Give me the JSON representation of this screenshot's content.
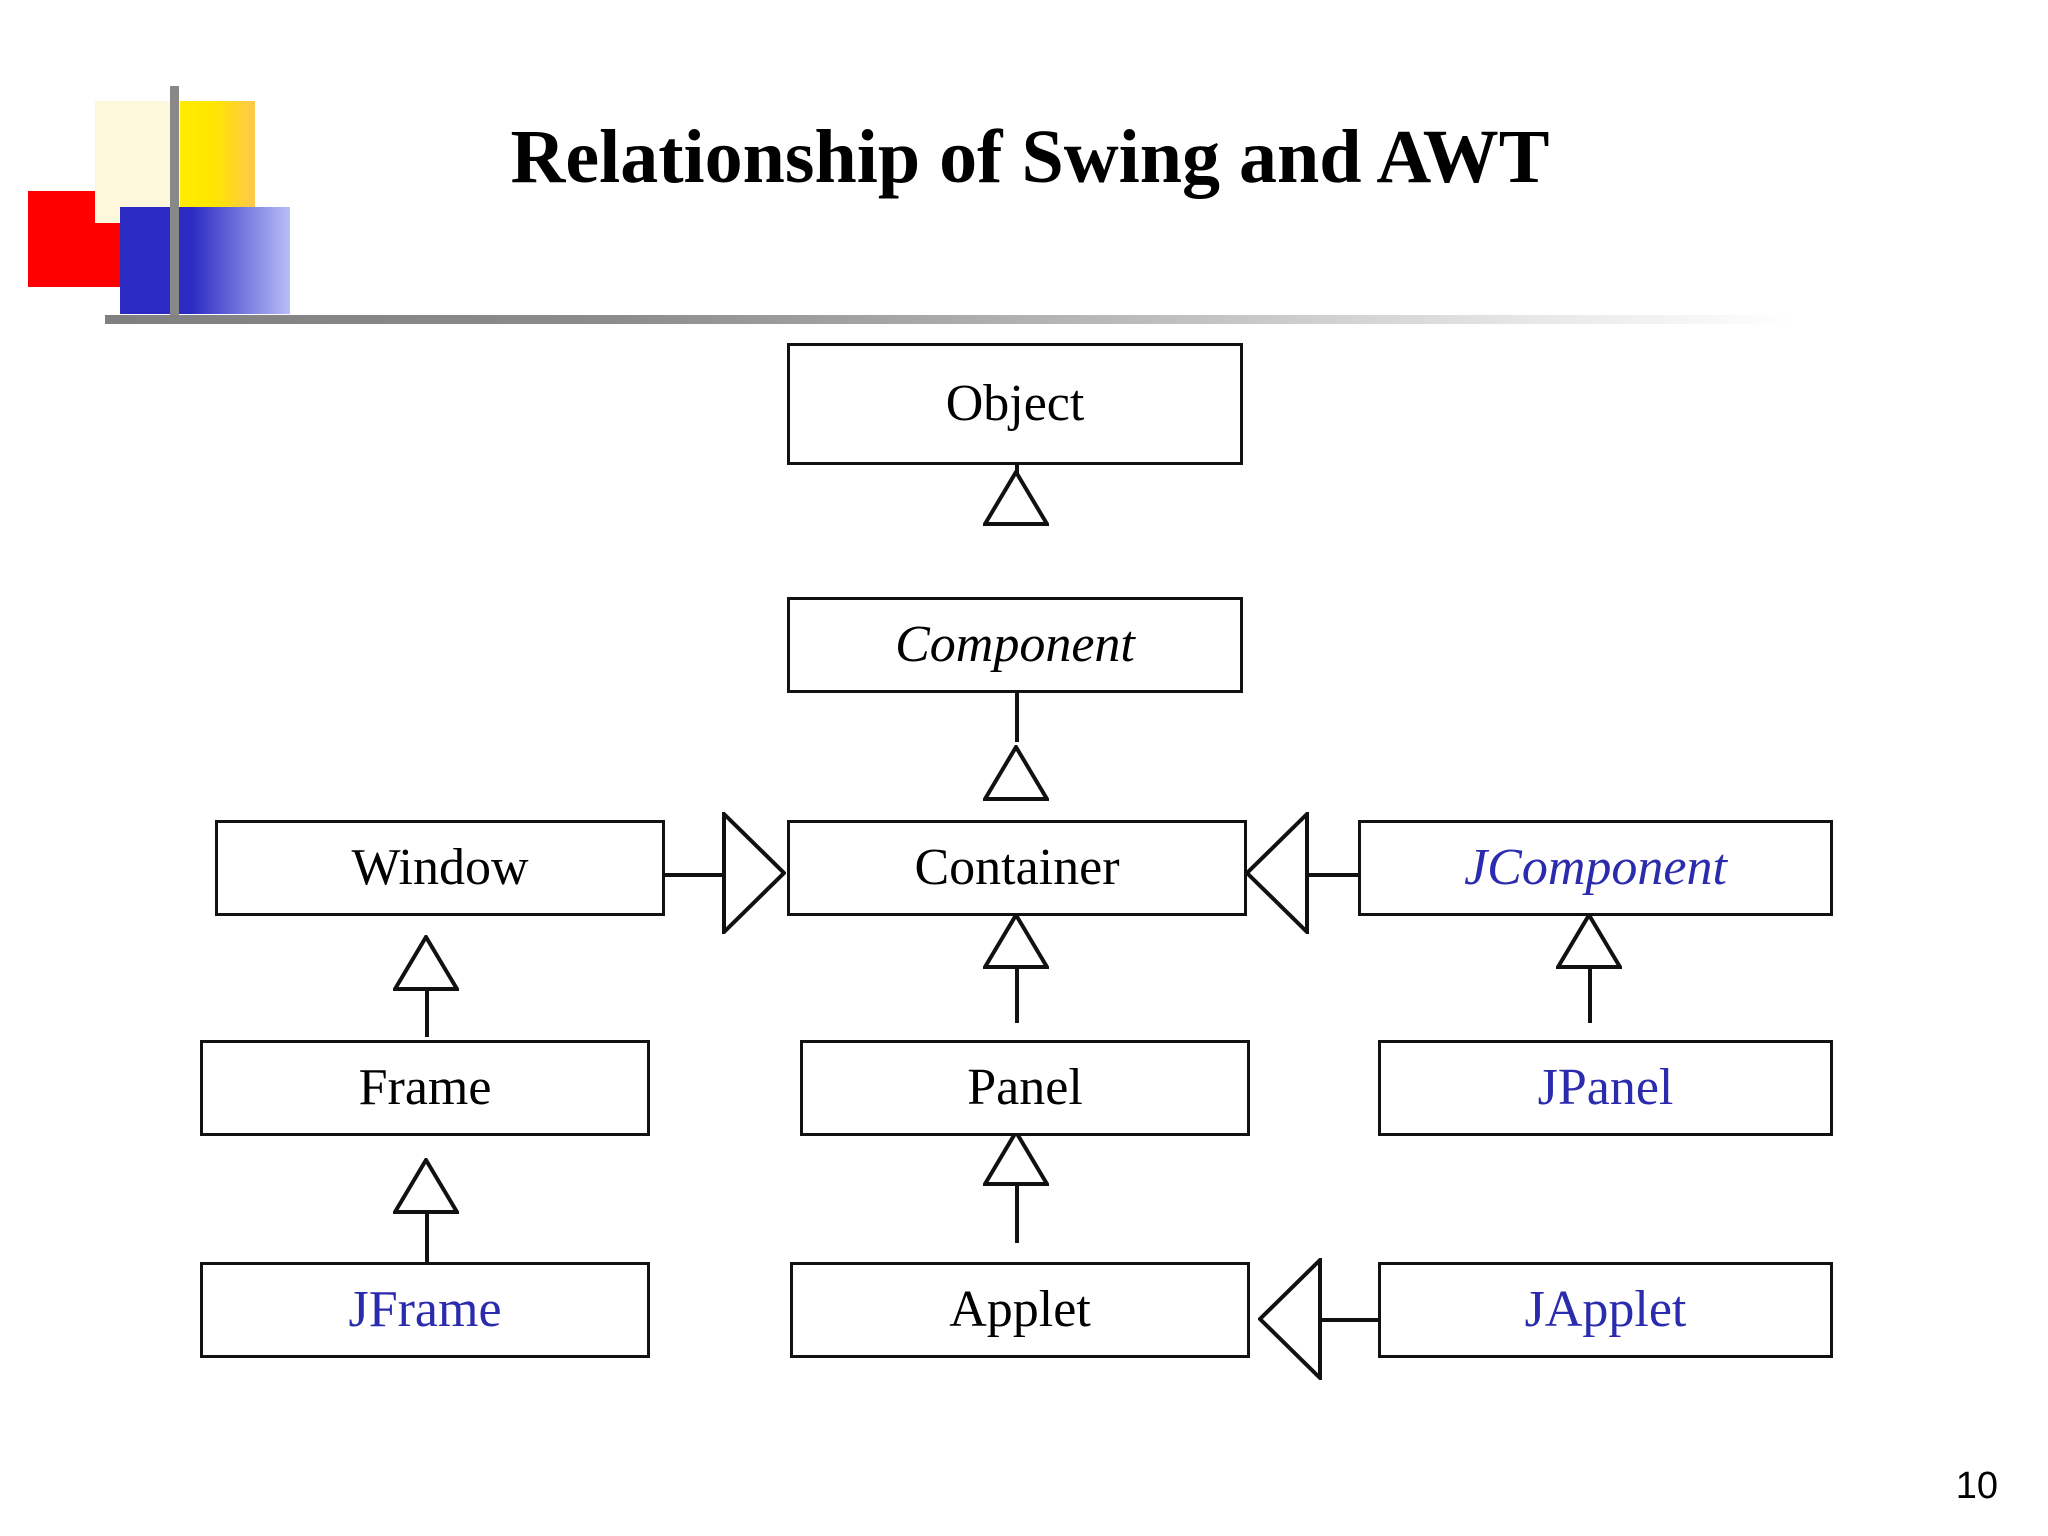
{
  "slide": {
    "title": "Relationship of Swing and AWT",
    "page_number": "10",
    "accent_colors": {
      "swing_blue": "#2b2bad",
      "awt_black": "#000000",
      "logo_red": "#ff0000",
      "logo_yellow": "#ffec00",
      "logo_blue": "#2b2bc4",
      "logo_cream": "#fdf8dc",
      "rule_gray": "#808080"
    }
  },
  "diagram": {
    "type": "uml-class-hierarchy",
    "nodes": [
      {
        "id": "object",
        "label": "Object",
        "abstract": false,
        "library": "java-lang",
        "style": "black"
      },
      {
        "id": "component",
        "label": "Component",
        "abstract": true,
        "library": "awt",
        "style": "black"
      },
      {
        "id": "container",
        "label": "Container",
        "abstract": false,
        "library": "awt",
        "style": "black"
      },
      {
        "id": "window",
        "label": "Window",
        "abstract": false,
        "library": "awt",
        "style": "black"
      },
      {
        "id": "frame",
        "label": "Frame",
        "abstract": false,
        "library": "awt",
        "style": "black"
      },
      {
        "id": "jframe",
        "label": "JFrame",
        "abstract": false,
        "library": "swing",
        "style": "blue"
      },
      {
        "id": "panel",
        "label": "Panel",
        "abstract": false,
        "library": "awt",
        "style": "black"
      },
      {
        "id": "applet",
        "label": "Applet",
        "abstract": false,
        "library": "awt",
        "style": "black"
      },
      {
        "id": "japplet",
        "label": "JApplet",
        "abstract": false,
        "library": "swing",
        "style": "blue"
      },
      {
        "id": "jcomponent",
        "label": "JComponent",
        "abstract": true,
        "library": "swing",
        "style": "blue"
      },
      {
        "id": "jpanel",
        "label": "JPanel",
        "abstract": false,
        "library": "swing",
        "style": "blue"
      }
    ],
    "edges": [
      {
        "from": "component",
        "to": "object",
        "relation": "extends",
        "direction": "up"
      },
      {
        "from": "container",
        "to": "component",
        "relation": "extends",
        "direction": "up"
      },
      {
        "from": "window",
        "to": "container",
        "relation": "extends",
        "direction": "right"
      },
      {
        "from": "jcomponent",
        "to": "container",
        "relation": "extends",
        "direction": "left"
      },
      {
        "from": "frame",
        "to": "window",
        "relation": "extends",
        "direction": "up"
      },
      {
        "from": "jframe",
        "to": "frame",
        "relation": "extends",
        "direction": "up"
      },
      {
        "from": "panel",
        "to": "container",
        "relation": "extends",
        "direction": "up"
      },
      {
        "from": "applet",
        "to": "panel",
        "relation": "extends",
        "direction": "up"
      },
      {
        "from": "japplet",
        "to": "applet",
        "relation": "extends",
        "direction": "left"
      },
      {
        "from": "jpanel",
        "to": "jcomponent",
        "relation": "extends",
        "direction": "up"
      }
    ]
  }
}
